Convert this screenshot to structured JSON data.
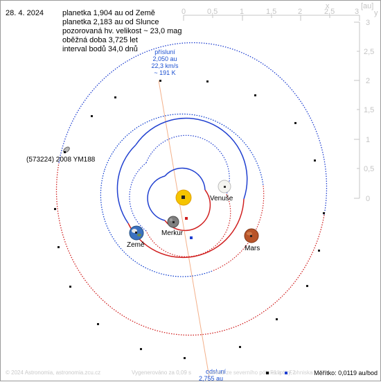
{
  "date": "28. 4. 2024",
  "info": {
    "earth_distance": "planetka 1,904 au od Země",
    "sun_distance": "planetka 2,183 au od Slunce",
    "magnitude": "pozorovaná hv. velikost ~ 23,0 mag",
    "period": "oběžná doba 3,725 let",
    "interval": "interval bodů 34,0 dnů"
  },
  "axes": {
    "unit": "[au]",
    "x_label": "x",
    "y_label": "y",
    "x_ticks": [
      "0",
      "0,5",
      "1",
      "1,5",
      "2",
      "2,5",
      "3"
    ],
    "y_ticks": [
      "3",
      "2,5",
      "2",
      "1,5",
      "1",
      "0,5",
      "0"
    ]
  },
  "asteroid": {
    "name": "(573224) 2008 YM188"
  },
  "perihelion": {
    "title": "přísluní",
    "distance": "2,050 au",
    "speed": "22,3 km/s",
    "temperature": "~ 191 K"
  },
  "aphelion": {
    "title": "odsluní",
    "distance": "2,755 au"
  },
  "planets": {
    "venus": "Venuše",
    "mercury": "Merkur",
    "earth": "Země",
    "mars": "Mars"
  },
  "footer": {
    "copyright": "© 2024 Astronomia, astronomia.zcu.cz",
    "generated": "Vygenerováno za 0,09 s",
    "perspective": "pohled ze severního pólu ekliptiky, ohniska",
    "f1": "F1 a",
    "f2": "F2"
  },
  "scale": "Měřítko: 0,0119 au/bod",
  "colors": {
    "orbit_blue": "#1f3fd0",
    "orbit_red": "#d01f1f",
    "mars_orbit": "#0033cc",
    "apsis_line": "#f3b08a",
    "sun": "#f5c400",
    "grid": "#c4c4c4"
  },
  "icons": [
    "sun-icon",
    "venus-icon",
    "mercury-icon",
    "earth-icon",
    "mars-icon",
    "asteroid-icon"
  ]
}
